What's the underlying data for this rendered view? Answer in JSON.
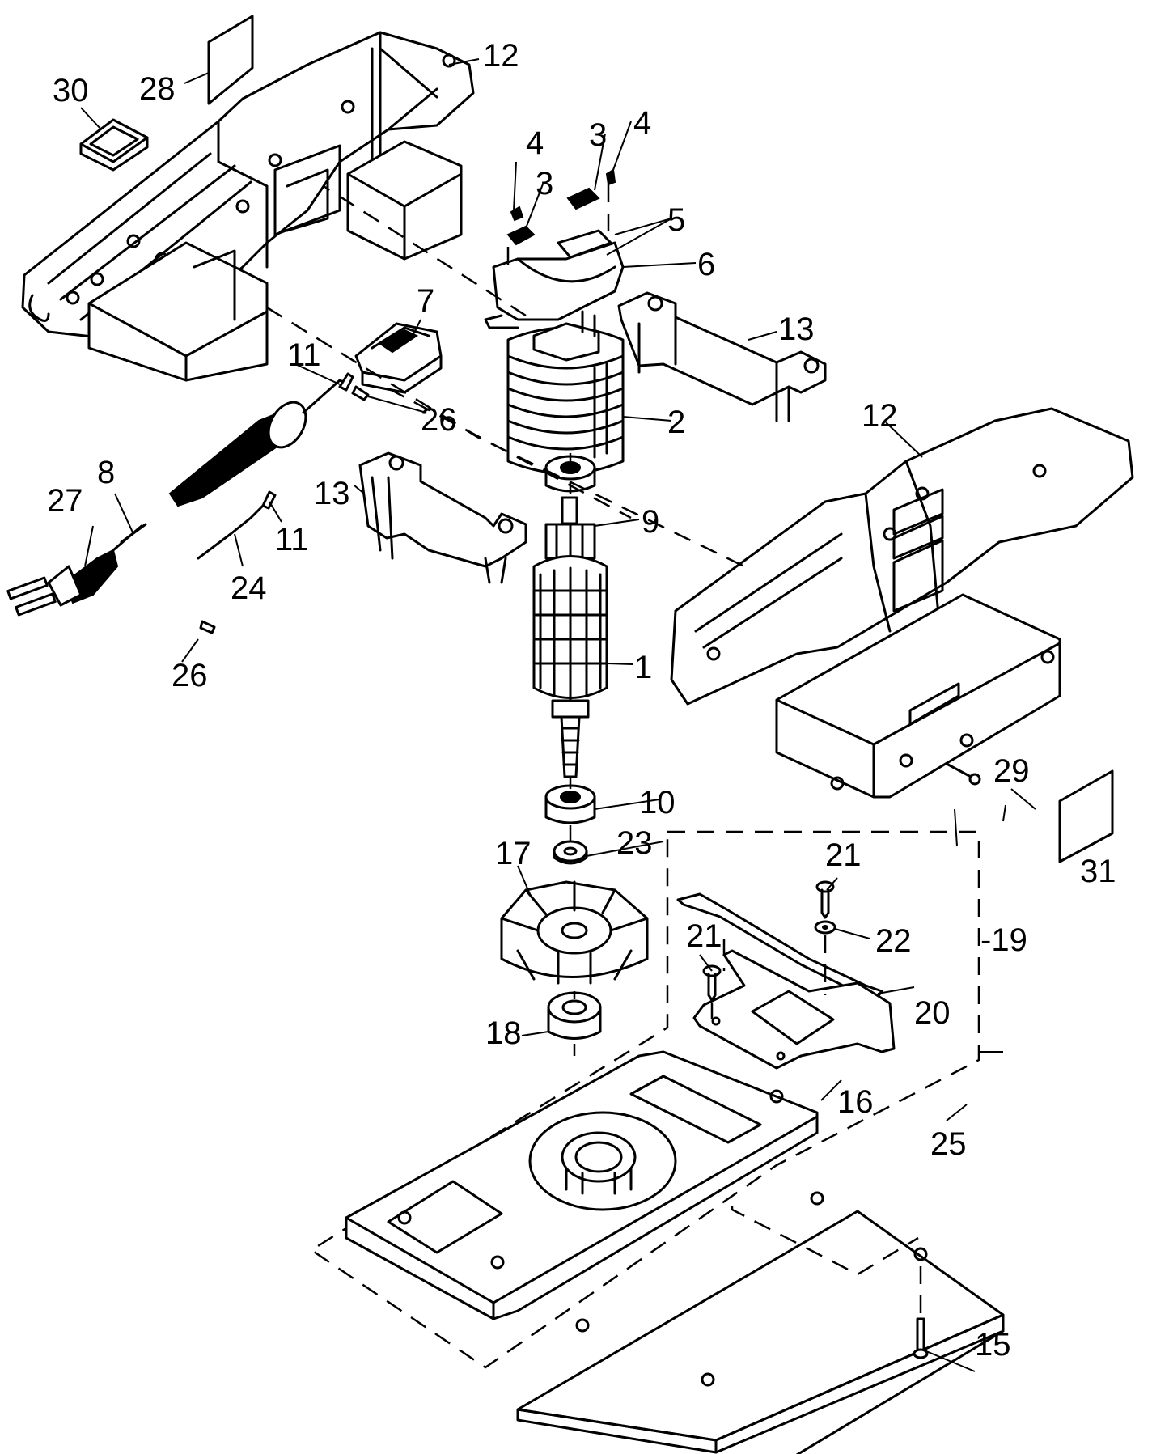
{
  "diagram": {
    "type": "exploded-parts-view",
    "subject": "Orbital sheet sander",
    "colors": {
      "ink": "#000000",
      "paper": "#ffffff"
    },
    "callouts": {
      "p1": "1",
      "p2": "2",
      "p3a": "3",
      "p3b": "3",
      "p4a": "4",
      "p4b": "4",
      "p5": "5",
      "p6": "6",
      "p7": "7",
      "p8": "8",
      "p9": "9",
      "p10": "10",
      "p11a": "11",
      "p11b": "11",
      "p12a": "12",
      "p12b": "12",
      "p13a": "13",
      "p13b": "13",
      "p15": "15",
      "p16": "16",
      "p17": "17",
      "p18": "18",
      "p19": "-19",
      "p20": "20",
      "p21a": "21",
      "p21b": "21",
      "p22": "22",
      "p23": "23",
      "p24": "24",
      "p25": "25",
      "p26a": "26",
      "p26b": "26",
      "p27": "27",
      "p28": "28",
      "p29": "29",
      "p30": "30",
      "p31": "31"
    }
  }
}
